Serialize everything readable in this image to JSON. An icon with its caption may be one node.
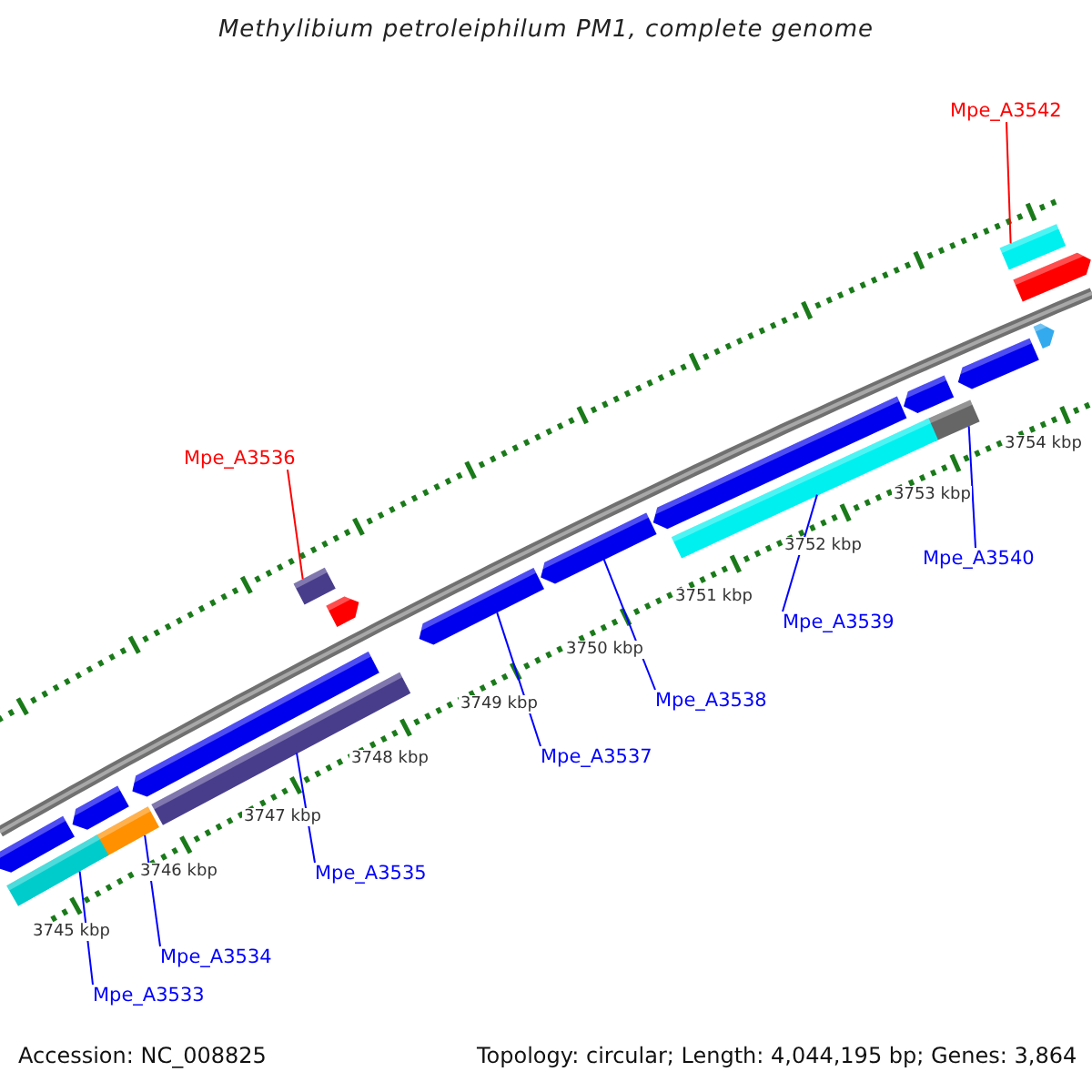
{
  "diagram": {
    "title": "Methylibium petroleiphilum PM1, complete genome",
    "nodes": [
      {
        "text": [
          "Mpe_A3542"
        ]
      },
      {
        "text": [],
        "shape": "bar"
      },
      {
        "text": [],
        "shape": "bar"
      },
      {
        "text": [],
        "shape": "bar"
      },
      {
        "text": [],
        "shape": "bar"
      },
      {
        "text": [],
        "shape": "bar"
      },
      {
        "text": [],
        "shape": "bar"
      },
      {
        "text": [
          "Mpe_A3536"
        ]
      },
      {
        "text": [],
        "shape": "bar"
      },
      {
        "text": [],
        "shape": "bar"
      },
      {
        "text": [
          "Mpe_A3540"
        ]
      },
      {
        "text": [],
        "shape": "bar"
      },
      {
        "text": [],
        "shape": "bar"
      },
      {
        "text": [],
        "shape": "bar"
      },
      {
        "text": [
          "Mpe_A3539"
        ]
      },
      {
        "text": [],
        "shape": "bar"
      },
      {
        "text": [
          "Mpe_A3538"
        ]
      },
      {
        "text": [],
        "shape": "bar"
      },
      {
        "text": [],
        "shape": "bar"
      },
      {
        "text": [
          "Mpe_A3537"
        ]
      },
      {
        "text": [],
        "shape": "bar"
      },
      {
        "text": [],
        "shape": "bar"
      },
      {
        "text": [],
        "shape": "bar"
      },
      {
        "text": [],
        "shape": "bar"
      },
      {
        "text": [
          "Mpe_A3535"
        ]
      },
      {
        "text": [
          "Mpe_A3534"
        ]
      },
      {
        "text": [
          "Mpe_A3533"
        ]
      }
    ],
    "edges": [
      {
        "from": 0,
        "to": 1,
        "arrow": "none",
        "color": "#ff0000"
      },
      {
        "from": 7,
        "to": 11,
        "arrow": "none",
        "color": "#ff0000"
      },
      {
        "from": 10,
        "to": 6,
        "arrow": "none"
      },
      {
        "from": 14,
        "to": 9,
        "arrow": "none"
      },
      {
        "from": 16,
        "to": 13,
        "arrow": "none"
      },
      {
        "from": 19,
        "to": 15,
        "arrow": "none"
      },
      {
        "from": 24,
        "to": 18,
        "arrow": "none"
      },
      {
        "from": 25,
        "to": 22,
        "arrow": "none"
      },
      {
        "from": 26,
        "to": 23,
        "arrow": "none"
      }
    ],
    "labels": [
      "3754 kbp",
      "3753 kbp",
      "3752 kbp",
      "3751 kbp",
      "3750 kbp",
      "3749 kbp",
      "3748 kbp",
      "3747 kbp",
      "3746 kbp",
      "3745 kbp",
      "Accession: NC_008825",
      "Topology: circular; Length: 4,044,195 bp; Genes: 3,864"
    ]
  }
}
